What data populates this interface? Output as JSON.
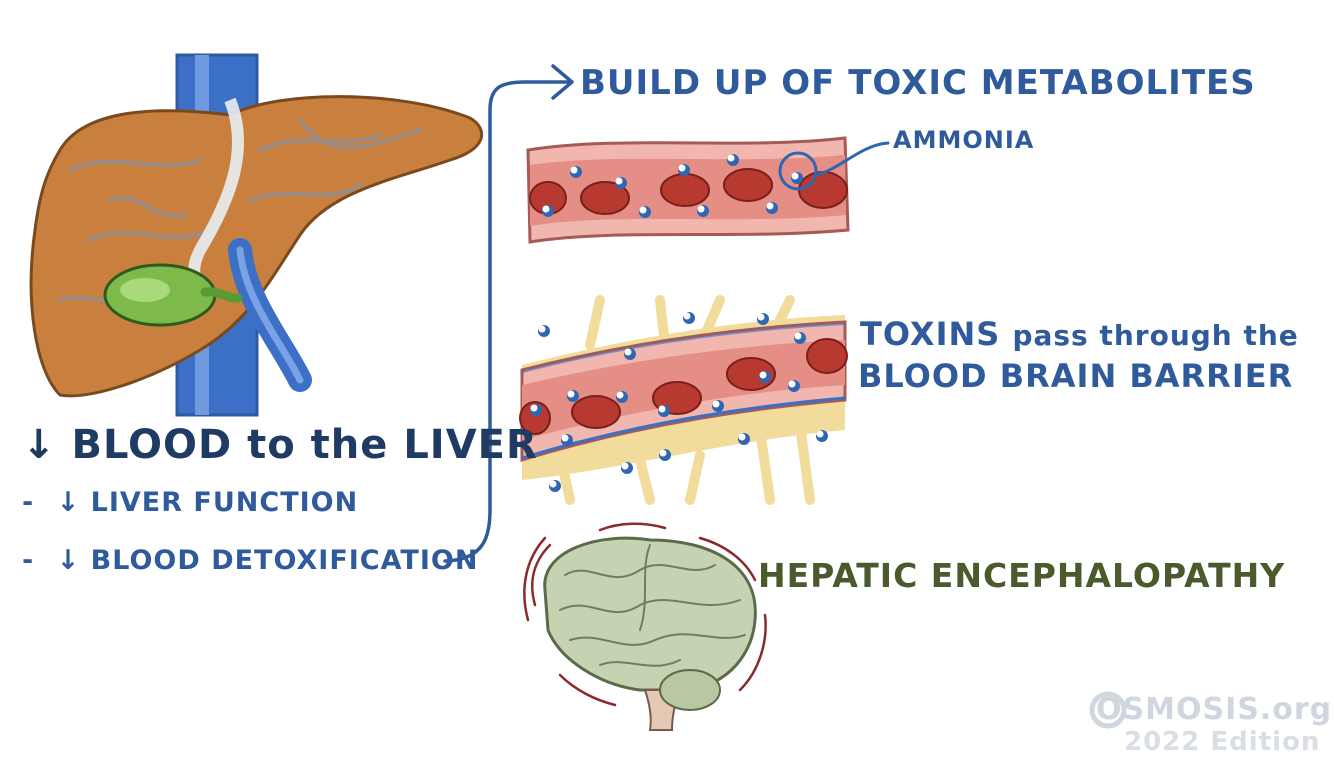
{
  "left": {
    "heading_arrow": "↓",
    "heading": "BLOOD to the LIVER",
    "bullets": [
      {
        "dash": "-",
        "arrow": "↓",
        "label": "LIVER FUNCTION"
      },
      {
        "dash": "-",
        "arrow": "↓",
        "label": "BLOOD DETOXIFICATION"
      }
    ]
  },
  "right": {
    "metabolites_label": "BUILD UP OF TOXIC METABOLITES",
    "ammonia_label": "AMMONIA",
    "toxins_line1_strong": "TOXINS",
    "toxins_line1_rest": "pass through the",
    "toxins_line2": "BLOOD BRAIN BARRIER",
    "outcome_label": "HEPATIC ENCEPHALOPATHY"
  },
  "watermark": {
    "brand": "OSMOSIS.org",
    "edition": "2022 Edition"
  },
  "colors": {
    "text_blue": "#2f5b9c",
    "text_dark": "#1f3a63",
    "text_green": "#4a5a2c",
    "liver": "#c9803f",
    "vessel_wall": "#e9a8a0",
    "red_cell": "#b7392f",
    "brain": "#c5d3b3"
  }
}
